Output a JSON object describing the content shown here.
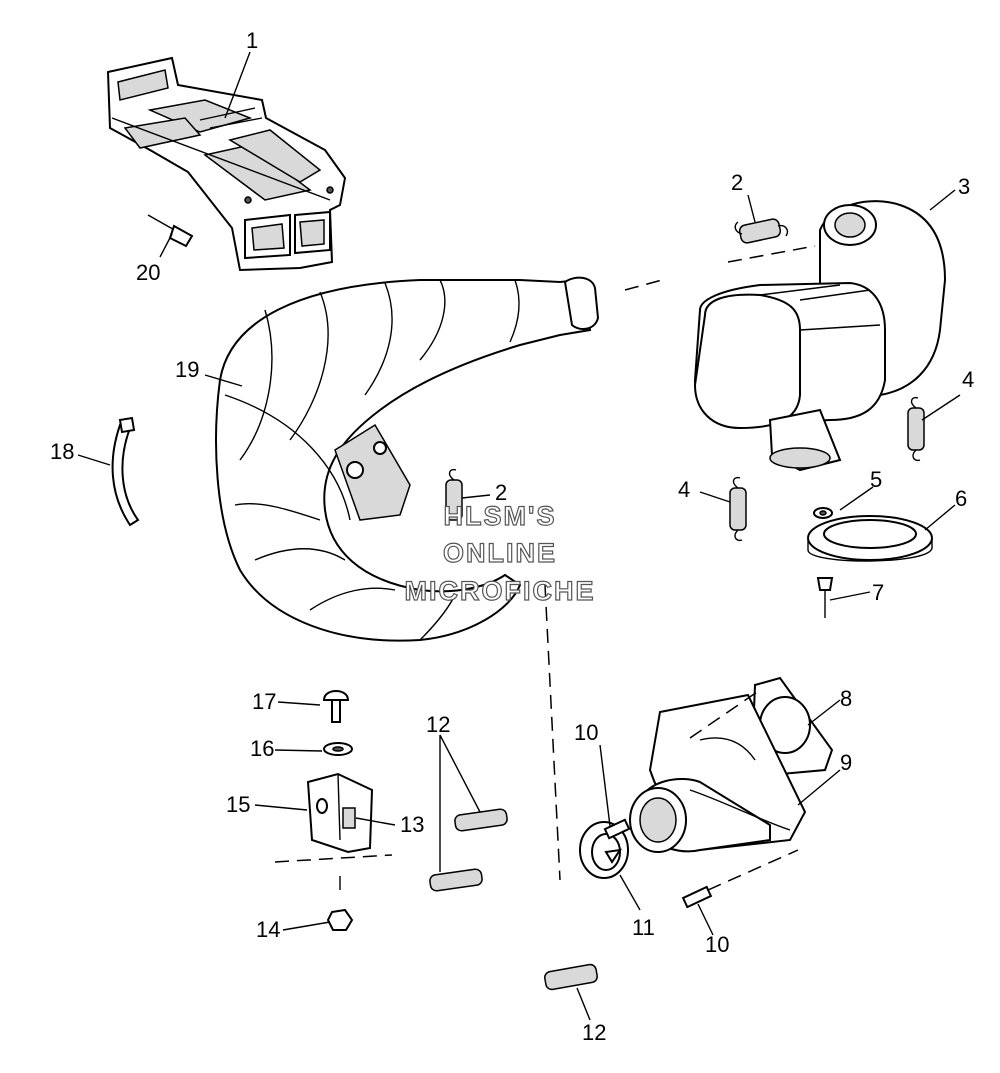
{
  "callouts": [
    {
      "id": "c1",
      "text": "1"
    },
    {
      "id": "c2a",
      "text": "2"
    },
    {
      "id": "c3",
      "text": "3"
    },
    {
      "id": "c20",
      "text": "20"
    },
    {
      "id": "c19",
      "text": "19"
    },
    {
      "id": "c4a",
      "text": "4"
    },
    {
      "id": "c18",
      "text": "18"
    },
    {
      "id": "c2b",
      "text": "2"
    },
    {
      "id": "c4b",
      "text": "4"
    },
    {
      "id": "c5",
      "text": "5"
    },
    {
      "id": "c6",
      "text": "6"
    },
    {
      "id": "c7",
      "text": "7"
    },
    {
      "id": "c8",
      "text": "8"
    },
    {
      "id": "c17",
      "text": "17"
    },
    {
      "id": "c12a",
      "text": "12"
    },
    {
      "id": "c10a",
      "text": "10"
    },
    {
      "id": "c16",
      "text": "16"
    },
    {
      "id": "c9",
      "text": "9"
    },
    {
      "id": "c15",
      "text": "15"
    },
    {
      "id": "c13",
      "text": "13"
    },
    {
      "id": "c11",
      "text": "11"
    },
    {
      "id": "c14",
      "text": "14"
    },
    {
      "id": "c10b",
      "text": "10"
    },
    {
      "id": "c12b",
      "text": "12"
    }
  ],
  "watermark": {
    "line1": "HLSM'S",
    "line2": "ONLINE",
    "line3": "MICROFICHE"
  }
}
